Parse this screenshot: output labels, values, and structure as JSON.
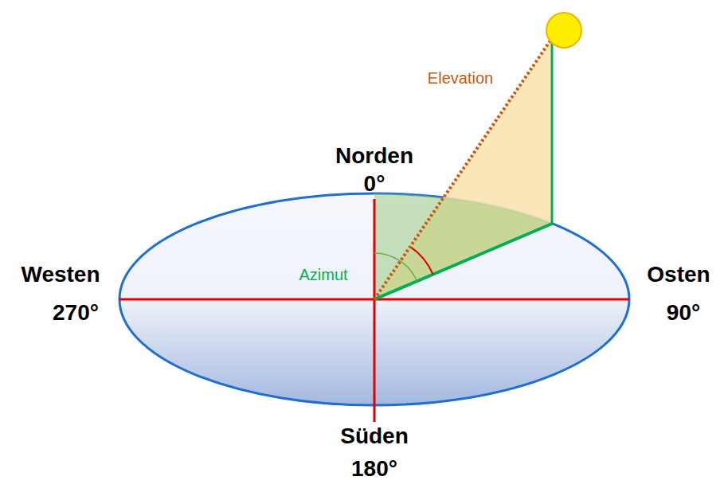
{
  "diagram": {
    "labels": [
      "Elevation",
      "Norden",
      "0°",
      "Westen",
      "270°",
      "Azimut",
      "Osten",
      "90°",
      "Süden",
      "180°"
    ]
  }
}
